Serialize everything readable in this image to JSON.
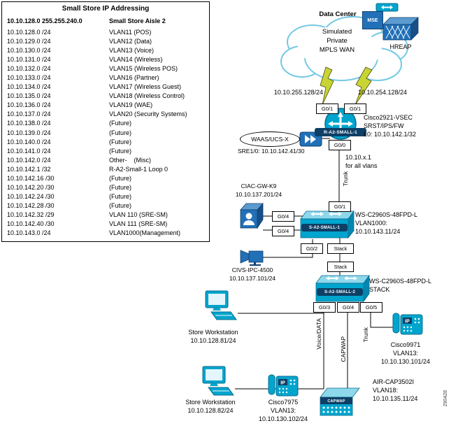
{
  "table": {
    "title": "Small Store IP Addressing",
    "col1_header": "10.10.128.0 255.255.240.0",
    "col2_header": "Small Store Aisle 2",
    "rows": [
      {
        "subnet": "10.10.128.0 /24",
        "desc": "VLAN11 (POS)"
      },
      {
        "subnet": "10.10.129.0 /24",
        "desc": "VLAN12 (Data)"
      },
      {
        "subnet": "10.10.130.0 /24",
        "desc": "VLAN13 (Voice)"
      },
      {
        "subnet": "10.10.131.0 /24",
        "desc": "VLAN14 (Wireless)"
      },
      {
        "subnet": "10.10.132.0 /24",
        "desc": "VLAN15 (Wireless POS)"
      },
      {
        "subnet": "10.10.133.0 /24",
        "desc": "VLAN16 (Partner)"
      },
      {
        "subnet": "10.10.134.0 /24",
        "desc": "VLAN17 (Wireless Guest)"
      },
      {
        "subnet": "10.10.135.0 /24",
        "desc": "VLAN18 (Wireless Control)"
      },
      {
        "subnet": "10.10.136.0 /24",
        "desc": "VLAN19 (WAE)"
      },
      {
        "subnet": "10.10.137.0 /24",
        "desc": "VLAN20 (Security Systems)"
      },
      {
        "subnet": "10.10.138.0 /24",
        "desc": "(Future)"
      },
      {
        "subnet": "10.10.139.0 /24",
        "desc": "(Future)"
      },
      {
        "subnet": "10.10.140.0 /24",
        "desc": "(Future)"
      },
      {
        "subnet": "10.10.141.0 /24",
        "desc": "(Future)"
      },
      {
        "subnet": "10.10.142.0 /24",
        "desc": "Other-    (Misc)"
      },
      {
        "subnet": "10.10.142.1  /32",
        "desc": "R-A2-Small-1 Loop 0"
      },
      {
        "subnet": "10.10.142.16 /30",
        "desc": "(Future)"
      },
      {
        "subnet": "10.10.142.20 /30",
        "desc": "(Future)"
      },
      {
        "subnet": "10.10.142.24 /30",
        "desc": "(Future)"
      },
      {
        "subnet": "10.10.142.28 /30",
        "desc": "(Future)"
      },
      {
        "subnet": "10.10.142.32 /29",
        "desc": "VLAN 110 (SRE-SM)"
      },
      {
        "subnet": "10.10.142.40 /30",
        "desc": "VLAN 111 (SRE-SM)"
      },
      {
        "subnet": "10.10.143.0 /24",
        "desc": "VLAN1000(Management)"
      }
    ]
  },
  "cloud": {
    "title": "Data Center",
    "line1": "Simulated",
    "line2": "Private",
    "line3": "MPLS WAN",
    "mse": "MSE",
    "hreap": "HREAP"
  },
  "wan": {
    "left_ip": "10.10.255.128/24",
    "right_ip": "10.10.254.128/24"
  },
  "ports": {
    "wan_left": "G0/1",
    "wan_right": "G0/1",
    "router_lan": "G0/0",
    "sw1_uplink": "G0/1",
    "ciac_a": "G0/4",
    "ciac_b": "G0/4",
    "camera": "G0/2",
    "stack_top": "Stack",
    "stack_bottom": "Stack",
    "sw2_p1": "G0/3",
    "sw2_p2": "G0/4",
    "sw2_p3": "G0/5"
  },
  "router": {
    "name": "R-A2-SMALL-1",
    "model": "Cisco2921-VSEC",
    "services": "SRST/IPS/FW",
    "loopback": "L0: 10.10.142.1/32",
    "note1": "10.10.x.1",
    "note2": "for all vlans"
  },
  "waas": {
    "label": "WAAS/UCS-X",
    "sre": "SRE1/0: 10.10.142.41/30"
  },
  "switch1": {
    "name": "S-A2-SMALL-1",
    "model": "WS-C2960S-48FPD-L",
    "vlan": "VLAN1000:",
    "ip": "10.10.143.11/24"
  },
  "switch2": {
    "name": "S-A2-SMALL-2",
    "model": "WS-C2960S-48FPD-L",
    "mode": "STACK"
  },
  "ciac": {
    "name": "CIAC-GW-K9",
    "ip": "10.10.137.201/24"
  },
  "camera": {
    "name": "CIVS-IPC-4500",
    "ip": "10.10.137.101/24"
  },
  "ws1": {
    "name": "Store Workstation",
    "ip": "10.10.128.81/24"
  },
  "ws2": {
    "name": "Store Workstation",
    "ip": "10.10.128.82/24"
  },
  "phone7975": {
    "name": "Cisco7975",
    "vlan": "VLAN13:",
    "ip": "10.10.130.102/24",
    "badge": "IP"
  },
  "phone9971": {
    "name": "Cisco9971",
    "vlan": "VLAN13:",
    "ip": "10.10.130.101/24",
    "badge": "IP"
  },
  "ap": {
    "name": "AIR-CAP3502I",
    "vlan": "VLAN18:",
    "ip": "10.10.135.11/24",
    "band": "CAPWAP"
  },
  "links": {
    "trunk_router": "Trunk",
    "voice_data": "Voice/DATA",
    "capwap": "CAPWAP",
    "trunk_phone": "Trunk"
  },
  "figure_number": "290428"
}
